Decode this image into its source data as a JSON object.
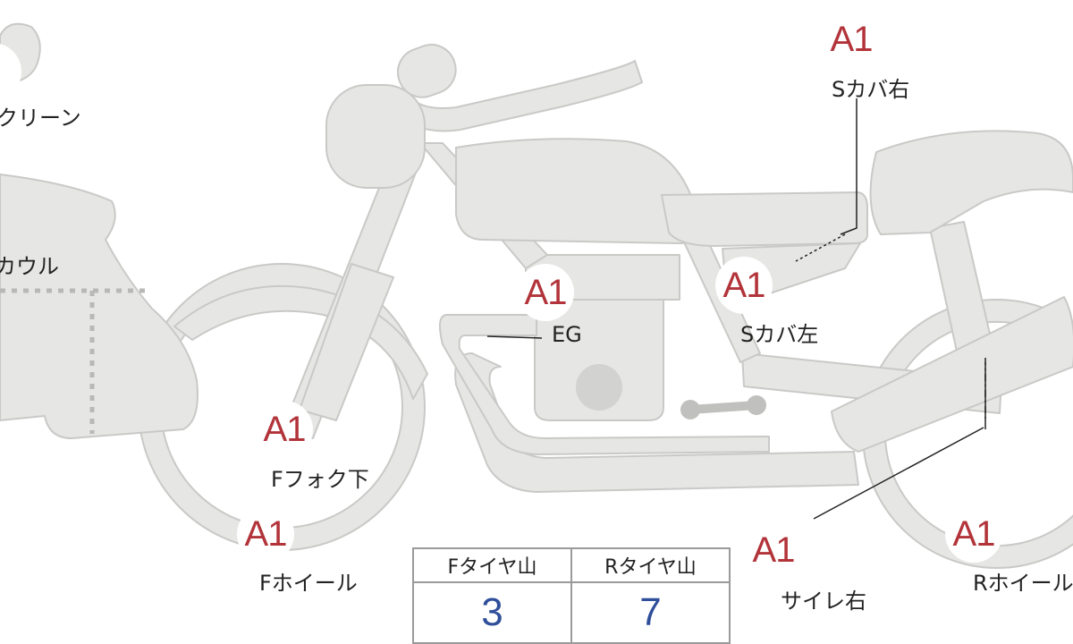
{
  "colors": {
    "bike_fill": "#e6e6e4",
    "bike_stroke": "#c9c9c7",
    "badge_text": "#b2343a",
    "tire_value_text": "#2f4f9a"
  },
  "markers": [
    {
      "id": "s-cover-right",
      "badge": "A1",
      "label": "Sカバ右"
    },
    {
      "id": "eg",
      "badge": "A1",
      "label": "EG"
    },
    {
      "id": "s-cover-left",
      "badge": "A1",
      "label": "Sカバ左"
    },
    {
      "id": "f-fork-lower",
      "badge": "A1",
      "label": "Fフォク下"
    },
    {
      "id": "f-wheel",
      "badge": "A1",
      "label": "Fホイール"
    },
    {
      "id": "silencer-right",
      "badge": "A1",
      "label": "サイレ右"
    },
    {
      "id": "r-wheel",
      "badge": "A1",
      "label": "Rホイール"
    }
  ],
  "partial_labels": {
    "screen": "クリーン",
    "cowl": "カウル"
  },
  "tire_table": {
    "headers": [
      "Fタイヤ山",
      "Rタイヤ山"
    ],
    "values": [
      "3",
      "7"
    ]
  }
}
